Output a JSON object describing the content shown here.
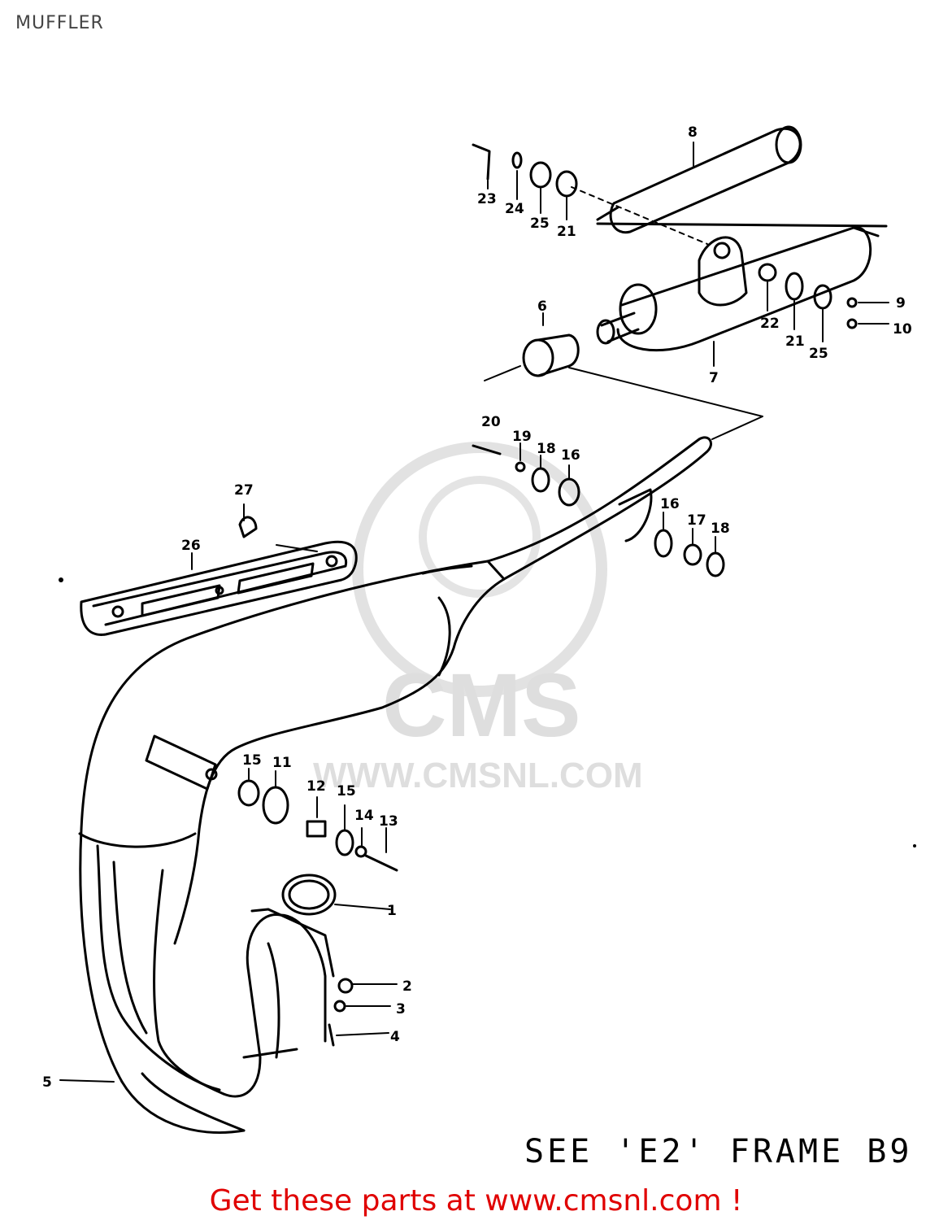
{
  "page_title": "MUFFLER",
  "frame_note": "SEE 'E2' FRAME B9",
  "footer_link": "Get these parts at www.cmsnl.com !",
  "watermark": {
    "logo_text": "CMS",
    "url_text": "WWW.CMSNL.COM"
  },
  "callouts": {
    "c1": "1",
    "c2": "2",
    "c3": "3",
    "c4": "4",
    "c5": "5",
    "c6": "6",
    "c7": "7",
    "c8": "8",
    "c9": "9",
    "c10": "10",
    "c11": "11",
    "c12": "12",
    "c13": "13",
    "c14": "14",
    "c15a": "15",
    "c15b": "15",
    "c16a": "16",
    "c16b": "16",
    "c17": "17",
    "c18a": "18",
    "c18b": "18",
    "c19": "19",
    "c20": "20",
    "c21a": "21",
    "c21b": "21",
    "c22": "22",
    "c23": "23",
    "c24": "24",
    "c25a": "25",
    "c25b": "25",
    "c26": "26",
    "c27": "27"
  },
  "colors": {
    "link": "#e00000",
    "line": "#000000",
    "watermark": "#dedede"
  }
}
